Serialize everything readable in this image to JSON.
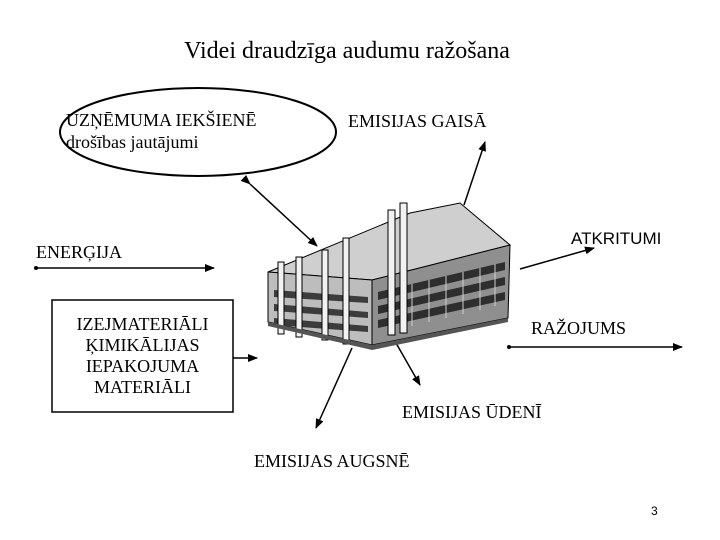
{
  "slide": {
    "title": "Videi draudzīga audumu ražošana",
    "page_number": "3"
  },
  "labels": {
    "internal_line1": "UZŅĒMUMA IEKŠIENĒ",
    "internal_line2": "drošības jautājumi",
    "emissions_air": "EMISIJAS  GAISĀ",
    "energy": "ENERĢIJA",
    "waste": "ATKRITUMI",
    "products": "RAŽOJUMS",
    "emissions_water": "EMISIJAS  ŪDENĪ",
    "emissions_soil": "EMISIJAS  AUGSNĒ"
  },
  "inputs_box": {
    "lines": [
      "IZEJMATERIĀLI",
      "ĶIMIKĀLIJAS",
      "IEPAKOJUMA",
      "MATERIĀLI"
    ]
  },
  "colors": {
    "line": "#000000",
    "building_light": "#d9d9d9",
    "building_mid": "#9a9a9a",
    "building_dark": "#4a4a4a"
  },
  "icons": {
    "center": "factory-building-icon"
  }
}
